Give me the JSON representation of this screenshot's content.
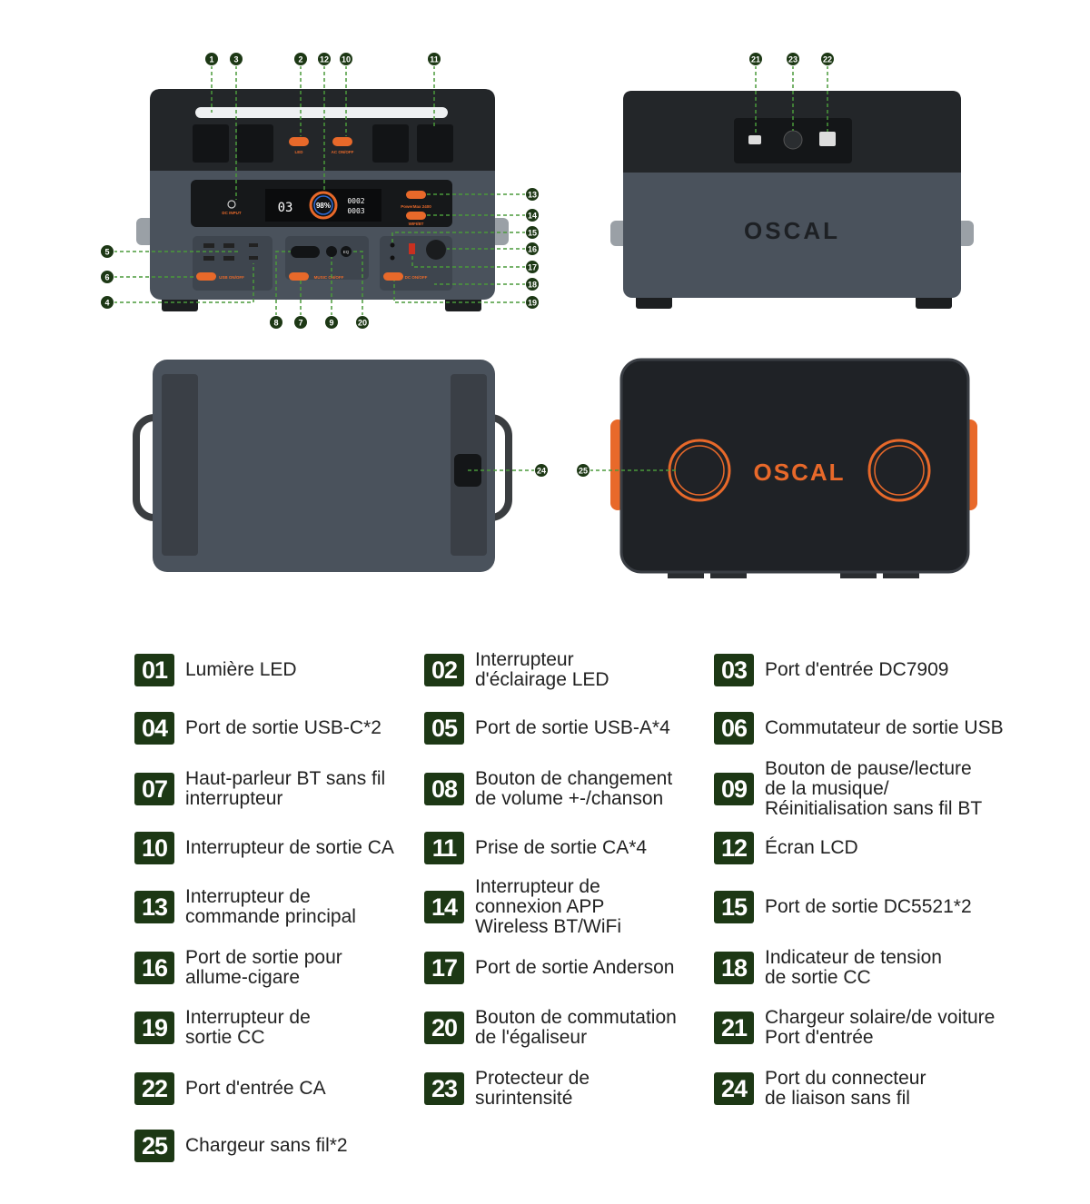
{
  "device": {
    "brand": "OSCAL",
    "front_labels": {
      "led": "LED",
      "ac_onoff": "AC ON/OFF",
      "dc_input": "DC INPUT",
      "usb_onoff": "USB ON/OFF",
      "music_onoff": "MUSIC ON/OFF",
      "dc_onoff": "DC ON/OFF",
      "model": "PowerMax 2400",
      "wifi_bt": "WIFI/BT",
      "eq": "EQ"
    },
    "lcd": {
      "left": "03",
      "battery": "98%",
      "line1": "0002",
      "line2": "0003"
    }
  },
  "callouts": [
    "1",
    "2",
    "3",
    "4",
    "5",
    "6",
    "7",
    "8",
    "9",
    "10",
    "11",
    "12",
    "13",
    "14",
    "15",
    "16",
    "17",
    "18",
    "19",
    "20",
    "21",
    "22",
    "23",
    "24",
    "25"
  ],
  "colors": {
    "badge": "#1d3815",
    "dashed_line": "#4a9a3a",
    "accent_orange": "#e8692a",
    "body_dark": "#2a2d31",
    "body_gray": "#4a525c"
  },
  "legend": [
    {
      "num": "01",
      "text": "Lumière LED"
    },
    {
      "num": "02",
      "text": "Interrupteur\nd'éclairage LED"
    },
    {
      "num": "03",
      "text": "Port d'entrée DC7909"
    },
    {
      "num": "04",
      "text": "Port de sortie USB-C*2"
    },
    {
      "num": "05",
      "text": "Port de sortie USB-A*4"
    },
    {
      "num": "06",
      "text": "Commutateur de sortie USB"
    },
    {
      "num": "07",
      "text": "Haut-parleur BT sans fil\ninterrupteur"
    },
    {
      "num": "08",
      "text": "Bouton de changement\nde volume +-/chanson"
    },
    {
      "num": "09",
      "text": "Bouton de pause/lecture\nde la musique/\nRéinitialisation sans fil BT"
    },
    {
      "num": "10",
      "text": "Interrupteur de sortie CA"
    },
    {
      "num": "11",
      "text": "Prise de sortie CA*4"
    },
    {
      "num": "12",
      "text": "Écran LCD"
    },
    {
      "num": "13",
      "text": "Interrupteur de\ncommande principal"
    },
    {
      "num": "14",
      "text": "Interrupteur de\nconnexion APP\nWireless BT/WiFi"
    },
    {
      "num": "15",
      "text": "Port de sortie DC5521*2"
    },
    {
      "num": "16",
      "text": "Port de sortie pour\n allume-cigare"
    },
    {
      "num": "17",
      "text": "Port de sortie Anderson"
    },
    {
      "num": "18",
      "text": "Indicateur de tension\nde sortie CC"
    },
    {
      "num": "19",
      "text": "Interrupteur de\nsortie CC"
    },
    {
      "num": "20",
      "text": "Bouton de commutation\nde l'égaliseur"
    },
    {
      "num": "21",
      "text": "Chargeur solaire/de voiture\nPort d'entrée"
    },
    {
      "num": "22",
      "text": "Port d'entrée CA"
    },
    {
      "num": "23",
      "text": "Protecteur de\nsurintensité"
    },
    {
      "num": "24",
      "text": "Port du connecteur\nde liaison sans fil"
    },
    {
      "num": "25",
      "text": "Chargeur sans fil*2"
    }
  ]
}
